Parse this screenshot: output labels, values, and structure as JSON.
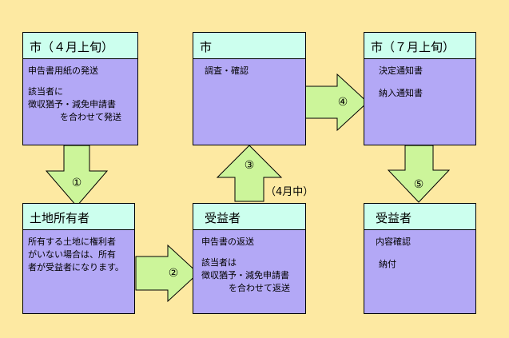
{
  "boxes": {
    "city_apr_early": {
      "title": "市（４月上旬）",
      "lines": [
        "申告書用紙の発送",
        "該当者に",
        "徴収猶予・減免申請書",
        "を合わせて発送"
      ]
    },
    "city_review": {
      "title": "市",
      "lines": [
        "調査・確認"
      ]
    },
    "city_jul_early": {
      "title": "市（７月上旬）",
      "lines": [
        "決定通知書",
        "納入通知書"
      ]
    },
    "landowner": {
      "title": "土地所有者",
      "lines": [
        "所有する土地に権利者",
        "がいない場合は、所有",
        "者が受益者になります。"
      ]
    },
    "beneficiary_return": {
      "title": "受益者",
      "lines": [
        "申告書の返送",
        "該当者は",
        "徴収猶予・減免申請書",
        "を合わせて返送"
      ]
    },
    "beneficiary_pay": {
      "title": "受益者",
      "lines": [
        "内容確認",
        "納付"
      ]
    }
  },
  "steps": [
    "①",
    "②",
    "③",
    "④",
    "⑤"
  ],
  "note_mid_april": "（4月中）",
  "colors": {
    "background": "#fde9a2",
    "box_header": "#ccffee",
    "box_body": "#b3a8f6",
    "arrow": "#ccf59a"
  }
}
